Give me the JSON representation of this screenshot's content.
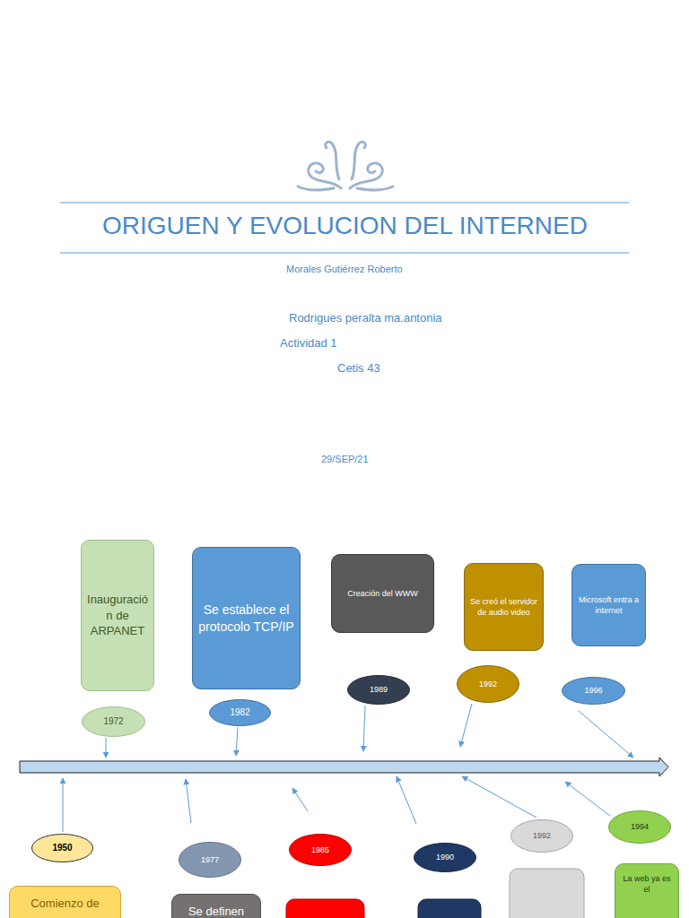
{
  "diagram": {
    "title": "ORIGUEN Y EVOLUCION DEL INTERNED",
    "nodes": [
      {
        "text": [
          "Inauguración de ARPANET"
        ]
      },
      {
        "text": [
          "1972"
        ]
      },
      {
        "text": [
          "Se establece el protocolo TCP/IP"
        ]
      },
      {
        "text": [
          "1982"
        ]
      },
      {
        "text": [
          "Creación del WWW"
        ]
      },
      {
        "text": [
          "1989"
        ]
      },
      {
        "text": [
          "Se creó el servidor de audio video"
        ]
      },
      {
        "text": [
          "1992"
        ]
      },
      {
        "text": [
          "Microsoft entra a internet"
        ]
      },
      {
        "text": [
          "1996"
        ]
      },
      {
        "text": [
          "1950"
        ]
      },
      {
        "text": [
          "Comienzo de"
        ]
      },
      {
        "text": [
          "1977"
        ]
      },
      {
        "text": [
          "Se definen"
        ]
      },
      {
        "text": [
          "1985"
        ]
      },
      {
        "text": [
          "1990"
        ]
      },
      {
        "text": [
          "1992"
        ]
      },
      {
        "text": [
          "1994"
        ]
      },
      {
        "text": [
          "La web ya es el"
        ]
      }
    ],
    "labels": [
      "Morales Gutiérrez Roberto",
      "Rodrigues peralta ma.antonia",
      "Actividad 1",
      "Cetis 43",
      "29/SEP/21"
    ]
  }
}
